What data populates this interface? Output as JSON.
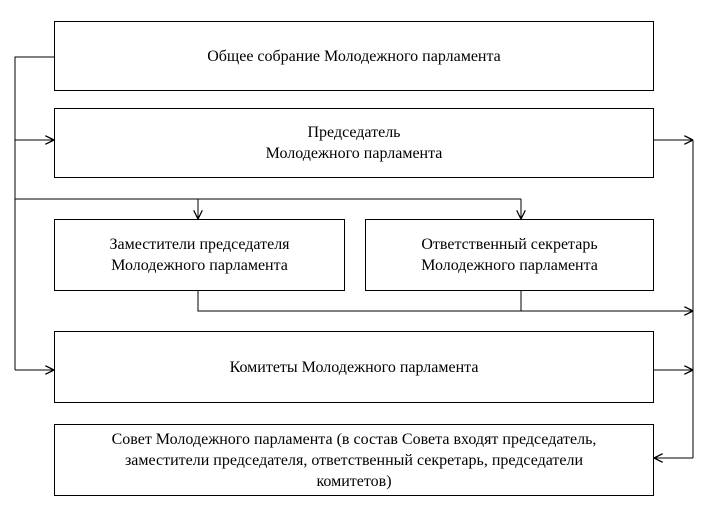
{
  "diagram": {
    "general_assembly": {
      "line1": "Общее собрание Молодежного парламента"
    },
    "chairman": {
      "line1": "Председатель",
      "line2": "Молодежного парламента"
    },
    "deputies": {
      "line1": "Заместители председателя",
      "line2": "Молодежного парламента"
    },
    "secretary": {
      "line1": "Ответственный секретарь",
      "line2": "Молодежного парламента"
    },
    "committees": {
      "line1": "Комитеты Молодежного парламента"
    },
    "council": {
      "line1": "Совет Молодежного парламента (в состав Совета входят председатель,",
      "line2": "заместители председателя, ответственный секретарь, председатели",
      "line3": "комитетов)"
    }
  }
}
